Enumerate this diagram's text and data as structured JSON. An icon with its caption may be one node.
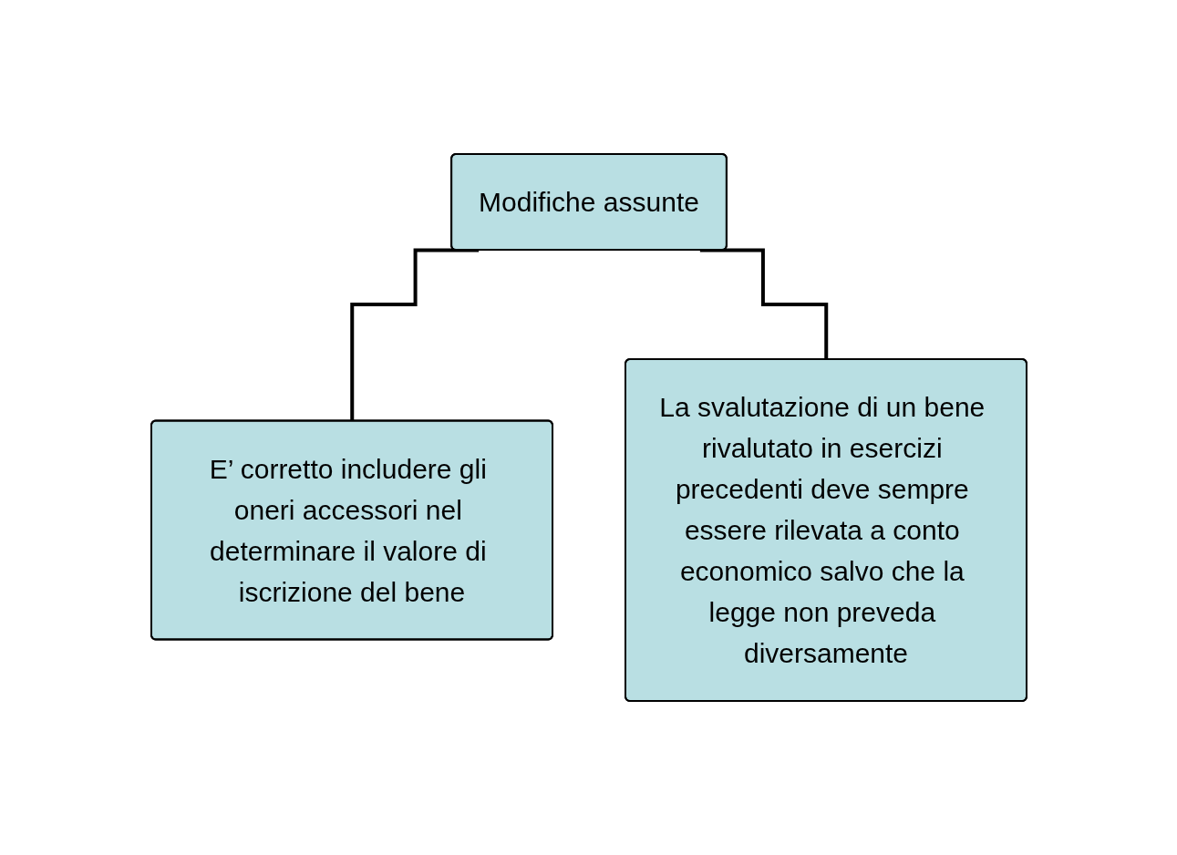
{
  "diagram": {
    "nodes": [
      {
        "text": [
          "Modifiche assunte"
        ]
      },
      {
        "text": [
          "E’ corretto includere gli oneri accessori nel determinare il valore di iscrizione del bene"
        ]
      },
      {
        "text": [
          "La svalutazione di un bene rivalutato in esercizi precedenti deve sempre essere rilevata a conto economico salvo che la legge non preveda diversamente"
        ]
      }
    ],
    "edges": [
      {
        "from": 0,
        "to": 1,
        "arrow": "none"
      },
      {
        "from": 0,
        "to": 2,
        "arrow": "none"
      }
    ]
  }
}
